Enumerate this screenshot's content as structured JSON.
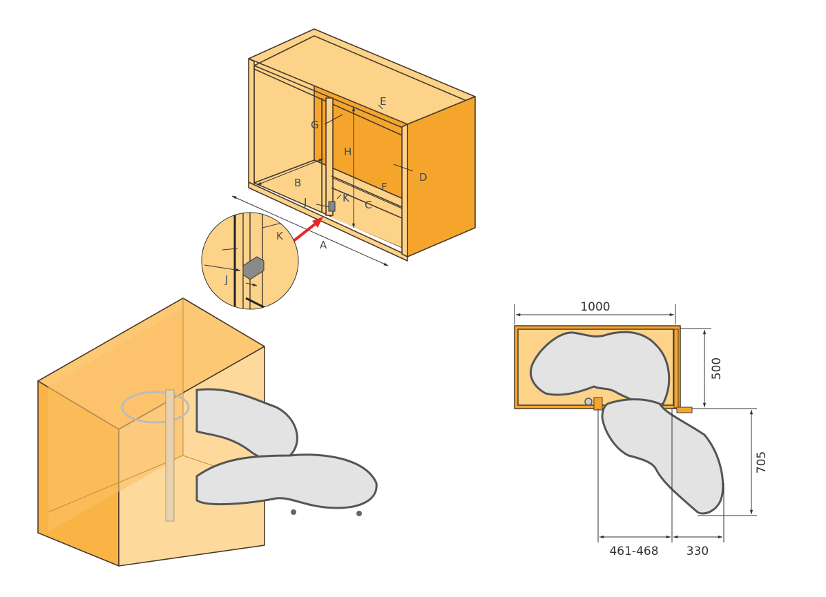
{
  "colors": {
    "panel_light": "#fdd38a",
    "panel_dark": "#f6a52c",
    "outline": "#4a3a2a",
    "tray": "#e3e3e3",
    "arrow": "#e8252a"
  },
  "cabinet_labels": {
    "a": "A",
    "b": "B",
    "c": "C",
    "d": "D",
    "e": "E",
    "f": "F",
    "g": "G",
    "h": "H",
    "j": "J",
    "k": "K"
  },
  "detail_labels": {
    "k": "K",
    "j": "J"
  },
  "plan_dimensions": {
    "width": "1000",
    "depth": "500",
    "extension": "705",
    "offset": "461-468",
    "tray_width": "330"
  }
}
